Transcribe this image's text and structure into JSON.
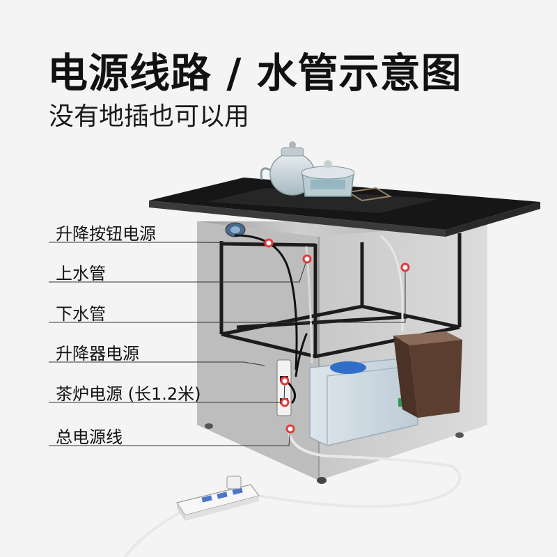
{
  "header": {
    "title": "电源线路 / 水管示意图",
    "subtitle": "没有地插也可以用"
  },
  "callouts": [
    {
      "id": "lift-button-power",
      "label": "升降按钮电源"
    },
    {
      "id": "water-inlet-pipe",
      "label": "上水管"
    },
    {
      "id": "water-drain-pipe",
      "label": "下水管"
    },
    {
      "id": "lifter-power",
      "label": "升降器电源"
    },
    {
      "id": "tea-stove-power",
      "label": "茶炉电源 (长1.2米)"
    },
    {
      "id": "main-power-cord",
      "label": "总电源线"
    }
  ],
  "colors": {
    "marker": "#e23b3b",
    "cabinet": "#b9b9b9",
    "tabletop": "#1b1b1b",
    "water_tank": "#cfdbe4",
    "waste_bin": "#6a4a3a"
  }
}
